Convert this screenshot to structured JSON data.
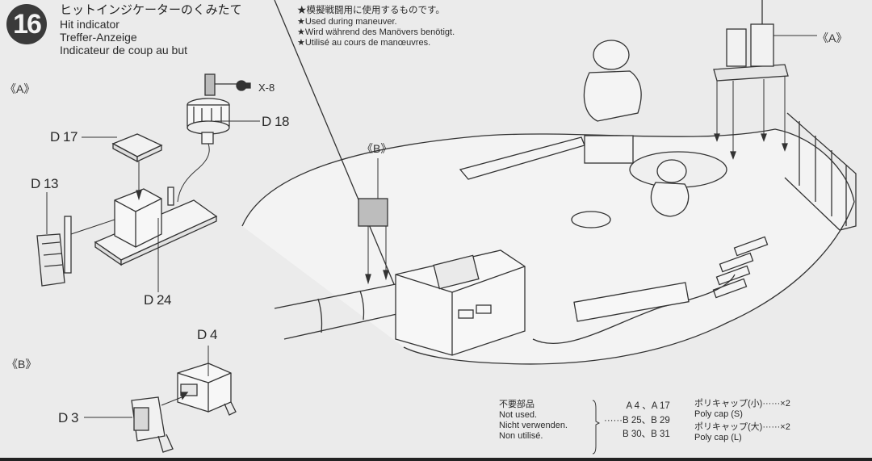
{
  "step": {
    "number": "16",
    "title_jp": "ヒットインジケーターのくみたて",
    "title_en": "Hit indicator",
    "title_de": "Treffer-Anzeige",
    "title_fr": "Indicateur de coup au but"
  },
  "notes": {
    "jp": "★模擬戦闘用に使用するものです。",
    "en": "★Used during maneuver.",
    "de": "★Wird während des Manövers benötigt.",
    "fr": "★Utilisé au cours de manœuvres."
  },
  "subassembly_a": {
    "label": "《A》",
    "parts": [
      "D17",
      "D18",
      "D13",
      "D24",
      "X-8"
    ],
    "labels": {
      "d17": "D 17",
      "d18": "D 18",
      "d13": "D 13",
      "d24": "D 24",
      "x8": "X-8"
    }
  },
  "subassembly_b": {
    "label": "《B》",
    "labels": {
      "d4": "D 4",
      "d3": "D 3"
    }
  },
  "tank_callouts": {
    "a": "《A》",
    "b": "《B》"
  },
  "unused_parts": {
    "jp": "不要部品",
    "en": "Not used.",
    "de": "Nicht verwenden.",
    "fr": "Non utilisé.",
    "list": [
      "A 4 、A 17",
      "······B 25、B 29",
      "B 30、B 31"
    ]
  },
  "poly_caps": {
    "small_jp": "ポリキャップ(小)······×2",
    "small_en": "Poly cap (S)",
    "large_jp": "ポリキャップ(大)······×2",
    "large_en": "Poly cap (L)"
  },
  "colors": {
    "background": "#ebebeb",
    "ink": "#2a2a2a",
    "badge": "#3a3a3a"
  }
}
